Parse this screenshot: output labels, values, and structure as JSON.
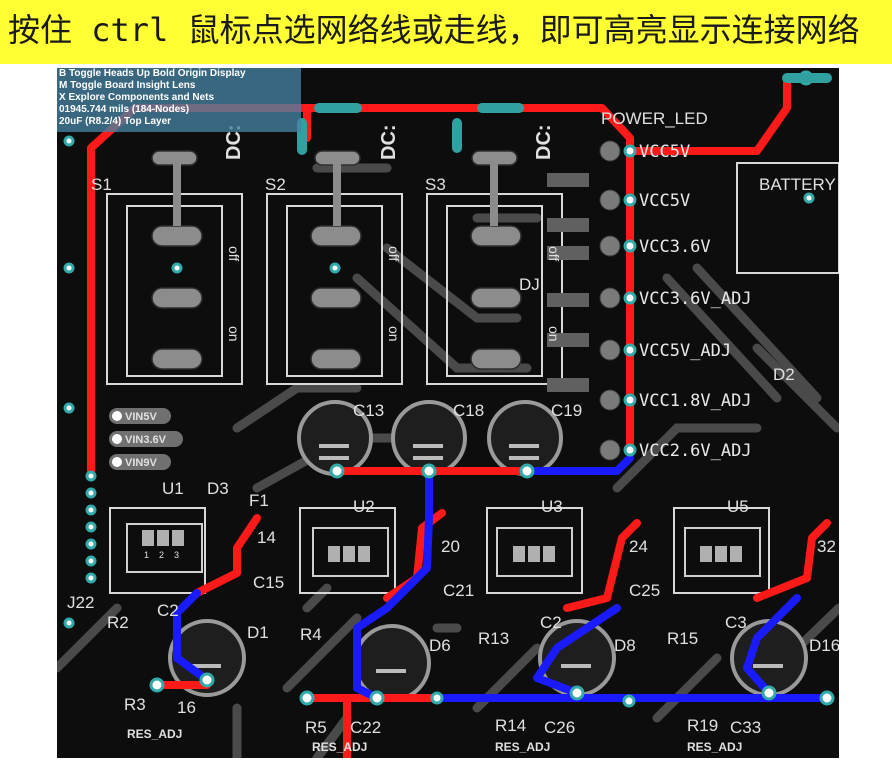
{
  "caption": "按住 ctrl 鼠标点选网络线或走线，即可高亮显示连接网络",
  "info_panel": {
    "lines": [
      "B  Toggle Heads Up Bold Origin Display",
      "M  Toggle Board Insight Lens",
      "X  Explore Components and Nets",
      "01945.744 mils  (184-Nodes)",
      "20uF (R8.2/4)  Top Layer"
    ]
  },
  "designators": {
    "s1": "S1",
    "s2": "S2",
    "s3": "S3",
    "c13": "C13",
    "c18": "C18",
    "c19": "C19",
    "u1": "U1",
    "u2": "U2",
    "u3": "U3",
    "u5": "U5",
    "d1": "D1",
    "d2": "D2",
    "d3": "D3",
    "d6": "D6",
    "d8": "D8",
    "d16": "D16",
    "f1": "F1",
    "j22": "J22",
    "r2": "R2",
    "r3": "R3",
    "r4": "R4",
    "r5": "R5",
    "r13": "R13",
    "r14": "R14",
    "r15": "R15",
    "r19": "R19",
    "c15": "C15",
    "c21": "C21",
    "c25": "C25",
    "c22": "C22",
    "c26": "C26",
    "c33": "C33",
    "c16": "16",
    "c20": "20",
    "c24": "24",
    "c14": "14",
    "c32": "32",
    "c3": "C3",
    "c2": "C2",
    "c27": "C2",
    "battery": "BATTERY",
    "power_led": "POWER_LED",
    "dj": "DJ",
    "dc_a": "DC:",
    "dc_b": "DC:",
    "dc_c": "DC:"
  },
  "switch_labels": {
    "off": "off",
    "on": "on"
  },
  "net_labels": {
    "vcc5v_top": "VCC5V",
    "vcc5v": "VCC5V",
    "vcc36": "VCC3.6V",
    "vcc36adj": "VCC3.6V_ADJ",
    "vcc5vadj": "VCC5V_ADJ",
    "vcc18adj": "VCC1.8V_ADJ",
    "vcc26adj": "VCC2.6V_ADJ"
  },
  "jumper_labels": {
    "vin5v": "VIN5V",
    "vin36": "VIN3.6V",
    "vin9v": "VIN9V"
  },
  "res_adj_labels": {
    "r3": "RES_ADJ",
    "r5": "RES_ADJ",
    "r14": "RES_ADJ",
    "r19": "RES_ADJ"
  },
  "pin_numbers": {
    "p1": "1",
    "p2": "2",
    "p3": "3"
  },
  "layer_colors": {
    "top_copper": "#ff1a1a",
    "bottom_copper": "#1a1aff",
    "via": "#30a0a0",
    "silkscreen": "#e0e0e0",
    "board": "#0d0d0d",
    "caption_bg": "#ffff33"
  }
}
